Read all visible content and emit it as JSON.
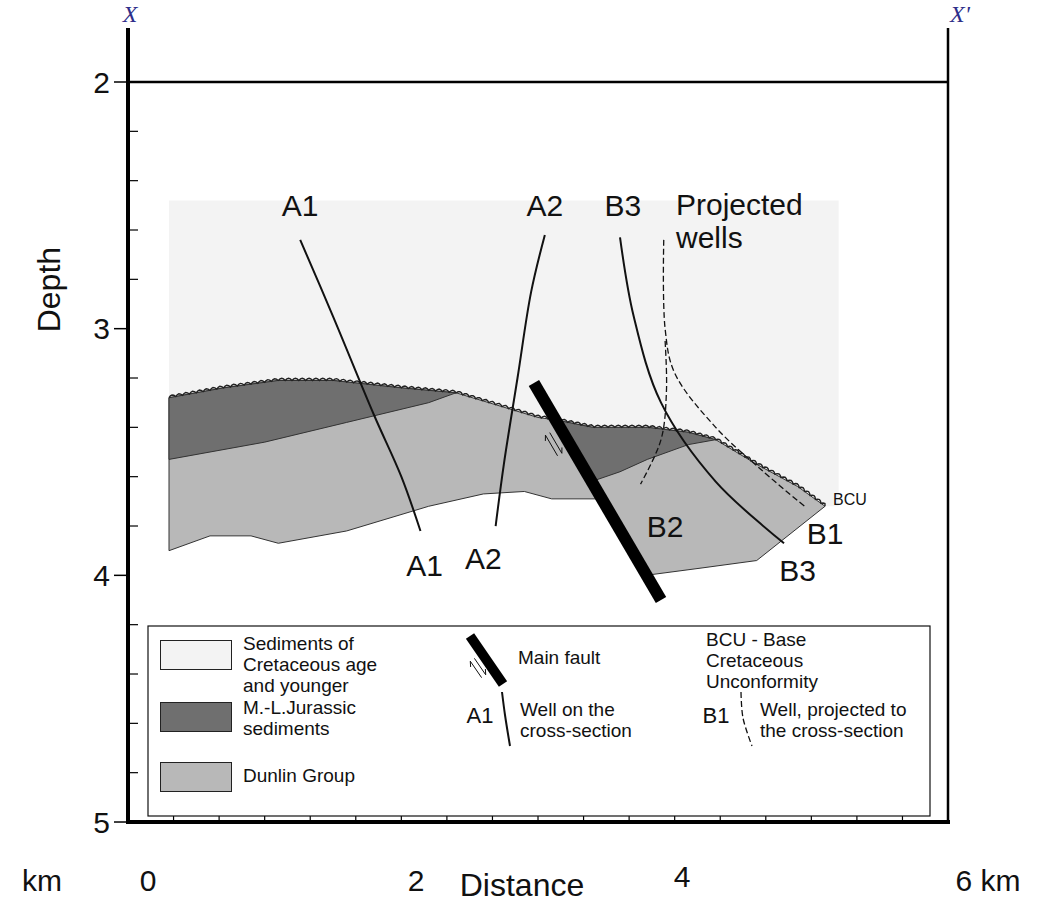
{
  "diagram": {
    "labels": [
      "X",
      "X'",
      "2",
      "3",
      "4",
      "5",
      "km",
      "Depth",
      "0",
      "2",
      "4",
      "6 km",
      "Distance",
      "A1",
      "A2",
      "B3",
      "Projected wells",
      "A1",
      "A2",
      "B2",
      "B1",
      "B3",
      "BCU",
      "BCU - Base Cretaceous Unconformity",
      "A1",
      "B1"
    ],
    "legend": [
      {
        "text": "Sediments of Cretaceous age and younger",
        "color": "#f3f3f3"
      },
      {
        "text": "M.-L.Jurassic sediments",
        "color": "#6f6f6f"
      },
      {
        "text": "Dunlin Group",
        "color": "#b8b8b8"
      },
      {
        "text": "Main fault"
      },
      {
        "text": "Well on the cross-section"
      },
      {
        "text": "Well, projected to the cross-section"
      }
    ]
  }
}
